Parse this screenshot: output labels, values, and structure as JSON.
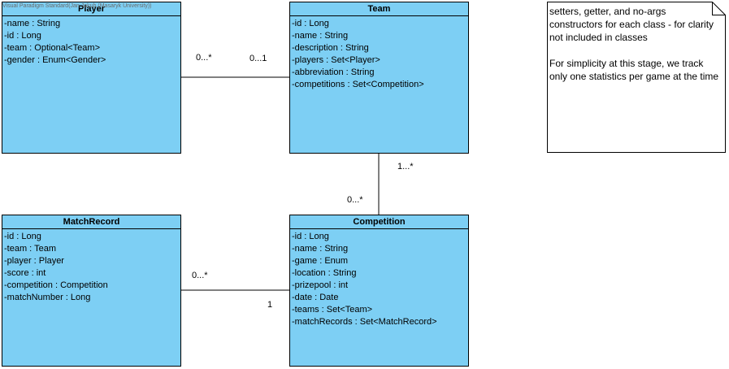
{
  "watermark": "Visual Paradigm Standard(Jan Jakub (Masaryk University))",
  "classes": {
    "player": {
      "name": "Player",
      "attributes": [
        "-name : String",
        "-id : Long",
        "-team : Optional<Team>",
        "-gender : Enum<Gender>"
      ]
    },
    "team": {
      "name": "Team",
      "attributes": [
        "-id : Long",
        "-name : String",
        "-description : String",
        "-players : Set<Player>",
        "-abbreviation : String",
        "-competitions : Set<Competition>"
      ]
    },
    "match_record": {
      "name": "MatchRecord",
      "attributes": [
        "-id : Long",
        "-team : Team",
        "-player : Player",
        "-score : int",
        "-competition : Competition",
        "-matchNumber : Long"
      ]
    },
    "competition": {
      "name": "Competition",
      "attributes": [
        "-id : Long",
        "-name : String",
        "-game : Enum",
        "-location : String",
        "-prizepool : int",
        "-date : Date",
        "-teams : Set<Team>",
        "-matchRecords : Set<MatchRecord>"
      ]
    }
  },
  "associations": {
    "player_team": {
      "player_end": "0...*",
      "team_end": "0...1"
    },
    "team_competition": {
      "team_end": "1...*",
      "competition_end": "0...*"
    },
    "matchrecord_competition": {
      "matchrecord_end": "0...*",
      "competition_end": "1"
    }
  },
  "note": {
    "text": "setters, getter, and no-args constructors for each class - for clarity not included in classes\n\nFor simplicity at this stage, we track only one statistics per game at the time"
  },
  "colors": {
    "class_fill": "#7dcff4",
    "note_fill": "#ffffff",
    "line": "#000000"
  }
}
